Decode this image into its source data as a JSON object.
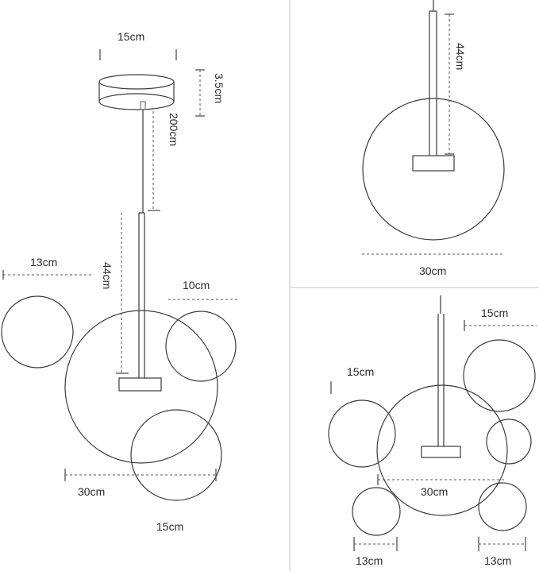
{
  "panel_single_bubble": {
    "rod_length": "44cm",
    "globe_diameter": "30cm"
  },
  "panel_main": {
    "canopy_diameter": "15cm",
    "canopy_height": "3.5cm",
    "cable_length": "200cm",
    "rod_length": "44cm",
    "left_bubble": "13cm",
    "right_bubble": "10cm",
    "main_globe": "30cm",
    "bottom_bubble": "15cm"
  },
  "panel_cluster": {
    "top_right_bubble": "15cm",
    "left_bubble": "15cm",
    "main_globe": "30cm",
    "bottom_left_bubble": "13cm",
    "bottom_right_bubble": "13cm"
  }
}
